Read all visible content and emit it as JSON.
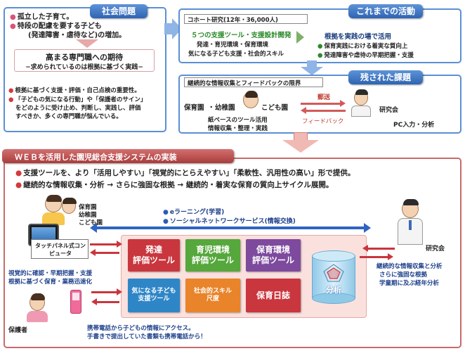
{
  "social": {
    "title": "社会問題",
    "line1": "孤立した子育て。",
    "line2": "特段の配慮を要する子ども",
    "line3": "(発達障害・虐待など)の増加。",
    "expect_title": "高まる専門職への期待",
    "expect_sub": "−求められているのは根拠に基づく実践−",
    "bullet1": "根拠に基づく支援・評価・自己点検の重要性。",
    "bullet2a": "「子どもの気になる行動」や「保護者のサイン」",
    "bullet2b": "をどのように受け止め、判断し、実践し、評価",
    "bullet2c": "すべきか、多くの専門職が悩んでいる。"
  },
  "activities": {
    "title": "これまでの活動",
    "cohort": "コホート研究(12年・36,000人)",
    "tools_title": "５つの支援ツール・支援設計開発",
    "tools_line1": "発達・育児環境・保育環境",
    "tools_line2": "気になる子ども支援・社会的スキル",
    "practice_title": "根拠を実践の場で活用",
    "practice_1": "保育実践における着実な質向上",
    "practice_2": "発達障害や虐待の早期把握・支援"
  },
  "remaining": {
    "title": "残された課題",
    "limit": "継続的な情報収集とフィードバックの限界",
    "nursery": "保育園",
    "kindergarten": "幼稚園",
    "children_center": "こども園",
    "mailing": "郵送",
    "feedback": "フィードバック",
    "research": "研究会",
    "paper1": "紙ベースのツール活用",
    "paper2": "情報収集・整理・実践",
    "pc": "PC入力・分析"
  },
  "web": {
    "title": "ＷＥＢを活用した園児総合支援システムの実装",
    "line1": "支援ツールを、より「活用しやすい」「視覚的にとらえやすい」「柔軟性、汎用性の高い」形で提供。",
    "line2": "継続的な情報収集・分析 → さらに強固な根拠 → 継続的・着実な保育の質向上サイクル展開。",
    "facility1": "保育園",
    "facility2": "幼稚園",
    "facility3": "こども園",
    "tablet": "タッチパネル式コンピュータ",
    "elearning": "eラーニング(学習)",
    "sns": "ソーシャルネットワークサービス(情報交換)",
    "tool1a": "発達",
    "tool1b": "評価ツール",
    "tool2a": "育児環境",
    "tool2b": "評価ツール",
    "tool3a": "保育環境",
    "tool3b": "評価ツール",
    "tool4a": "気になる子ども",
    "tool4b": "支援ツール",
    "tool5a": "社会的スキル",
    "tool5b": "尺度",
    "tool6": "保育日誌",
    "analysis": "分析",
    "visual1": "視覚的に確認・早期把握・支援",
    "visual2": "根拠に基づく保育・業務迅速化",
    "research": "研究会",
    "research1": "継続的な情報収集と分析",
    "research2": "さらに強固な根拠",
    "research3": "学童期に及ぶ経年分析",
    "guardian": "保護者",
    "phone1": "携帯電話から子どもの情報にアクセス。",
    "phone2": "手書きで提出していた書類も携帯電話から！"
  },
  "colors": {
    "blue_border": "#5b8fd6",
    "red_border": "#c96a6a",
    "tool1": "#c9363d",
    "tool2": "#56a73c",
    "tool3": "#7d4a9d",
    "tool4": "#2f86c7",
    "tool5": "#e9842a",
    "tool6": "#c9363d"
  }
}
